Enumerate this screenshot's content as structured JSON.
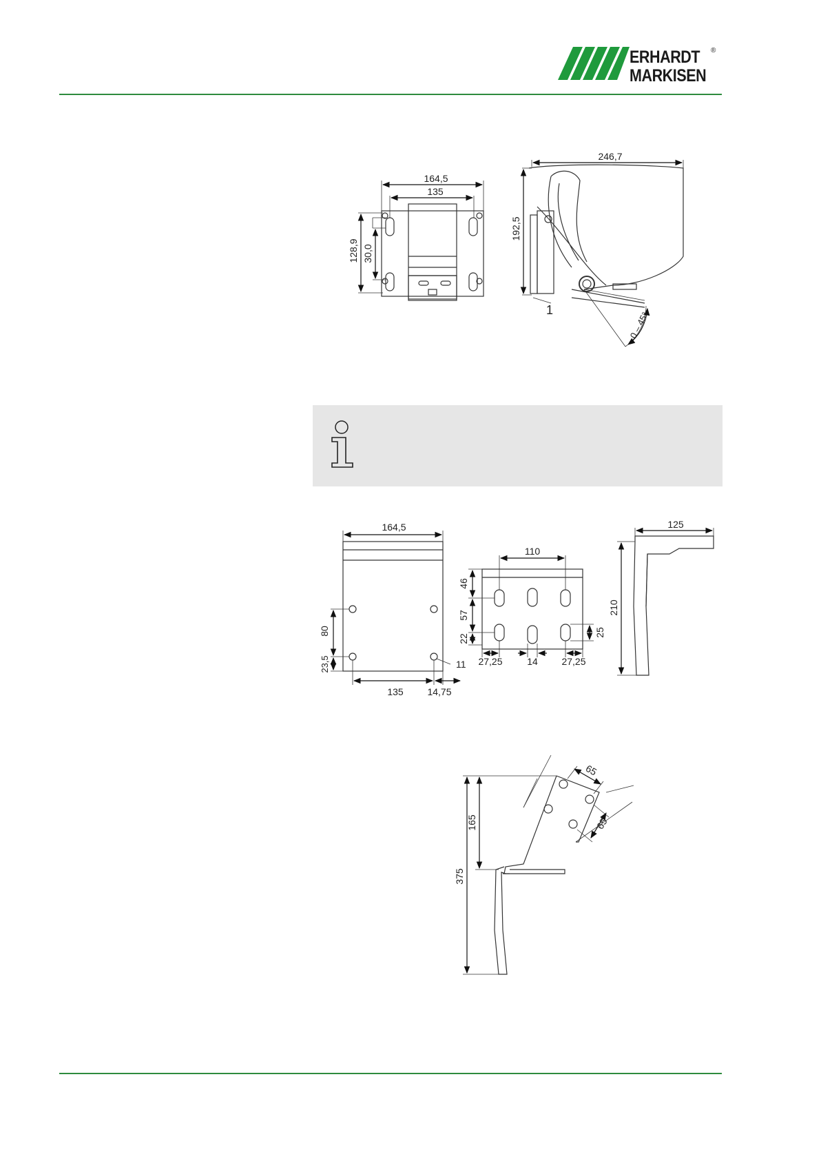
{
  "header": {
    "brand_line1": "ERHARDT",
    "brand_line2": "MARKISEN",
    "registered_mark": "®",
    "brand_color": "#1f9a3c",
    "rule_color": "#2e8b3e"
  },
  "info_box": {
    "icon": "info-icon",
    "background": "#e6e6e6"
  },
  "drawing_1": {
    "dim_width_outer": "164,5",
    "dim_width_inner": "135",
    "dim_height_outer": "128,9",
    "dim_height_inner": "30,0"
  },
  "drawing_2": {
    "dim_width": "246,7",
    "dim_height": "192,5",
    "callout": "1",
    "angle": "0 – 45°"
  },
  "drawing_3": {
    "dim_top": "164,5",
    "dim_80": "80",
    "dim_23_5": "23,5",
    "dim_135": "135",
    "dim_14_75": "14,75",
    "dim_11": "11"
  },
  "drawing_4": {
    "dim_110": "110",
    "dim_46": "46",
    "dim_57": "57",
    "dim_22": "22",
    "dim_25": "25",
    "dim_27_25_left": "27,25",
    "dim_14": "14",
    "dim_27_25_right": "27,25"
  },
  "drawing_5": {
    "dim_125": "125",
    "dim_210": "210"
  },
  "drawing_6": {
    "dim_65_top": "65",
    "dim_65_side": "65",
    "dim_165": "165",
    "dim_375": "375"
  }
}
